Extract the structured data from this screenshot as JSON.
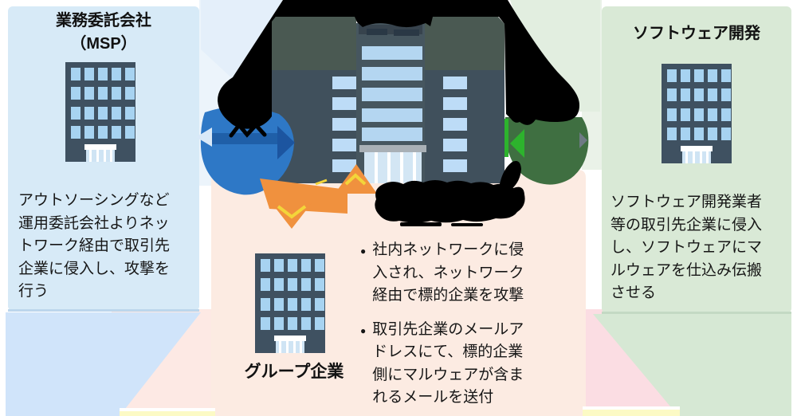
{
  "diagram_title": "",
  "left_panel": {
    "title": "業務委託会社\n（MSP）",
    "body": "アウトソーシングなど\n運用委託会社よりネッ\nトワーク経由で取引先\n企業に侵入し、攻撃を\n行う"
  },
  "right_panel": {
    "title": "ソフトウェア開発",
    "body": "ソフトウェア開発業者\n等の取引先企業に侵入\nし、ソフトウェアにマ\nルウェアを仕込み伝搬\nさせる"
  },
  "center_panel": {
    "label": "グループ企業",
    "bullet_char": "●",
    "bullets": [
      {
        "text": "社内ネットワークに侵\n入され、ネットワーク\n経由で標的企業を攻撃"
      },
      {
        "text": "取引先企業のメールア\nドレスにて、標的企業\n側にマルウェアが含ま\nれるメールを送付"
      }
    ]
  },
  "icons": {
    "msp_building": "office-building",
    "software_building": "office-building",
    "group_building": "office-building",
    "target_building": "office-tower",
    "blue_arrow": "block-arrow-right",
    "green_arrow": "block-arrow-left",
    "orange_arrow": "double-bent-arrow",
    "blackout_shapes": "irregular-black-blobs"
  },
  "colors": {
    "left_panel_bg": "#d7eaf7",
    "right_panel_bg": "#d9e9d6",
    "center_panel_bg": "#fcebe2",
    "lower_left_bg": "#d0e4fa",
    "lower_right_bg": "#d6e8d4",
    "pink_wedge": "#fbdde3",
    "bottom_strip_yellow": "#fcfac5",
    "arrow_blue": "#2e78c6",
    "arrow_green": "#3f6f41",
    "arrow_orange": "#f0913e",
    "arrow_yellow_accent": "#f3d53a",
    "building_body": "#41515c",
    "building_window": "#b4d6f1",
    "blackout": "#000000"
  }
}
